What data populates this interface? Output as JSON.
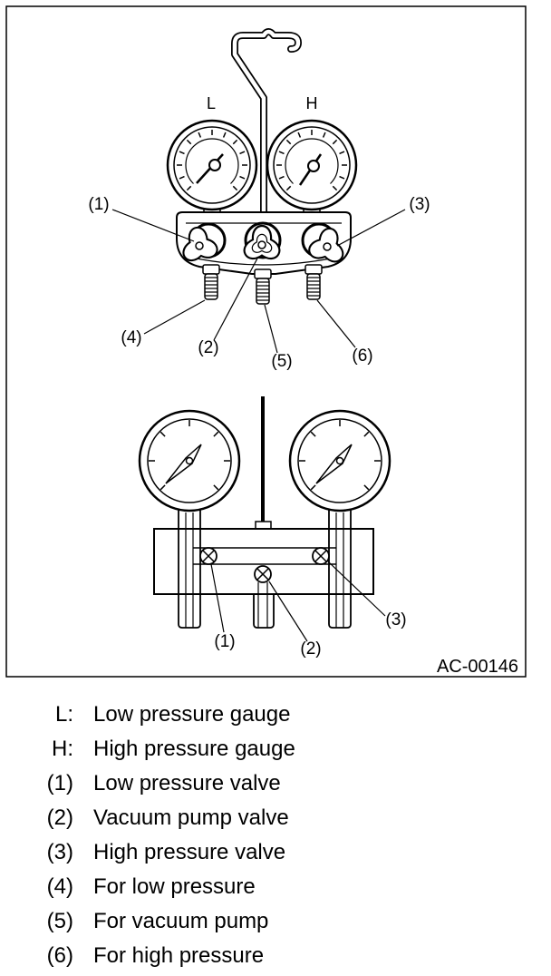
{
  "figure": {
    "gauge_labels": {
      "low": "L",
      "high": "H"
    },
    "top_callouts": [
      "(1)",
      "(2)",
      "(3)",
      "(4)",
      "(5)",
      "(6)"
    ],
    "bottom_callouts": [
      "(1)",
      "(2)",
      "(3)"
    ],
    "figure_id": "AC-00146"
  },
  "legend": [
    {
      "key": "L:",
      "text": "Low pressure gauge"
    },
    {
      "key": "H:",
      "text": "High pressure gauge"
    },
    {
      "key": "(1)",
      "text": "Low pressure valve"
    },
    {
      "key": "(2)",
      "text": "Vacuum pump valve"
    },
    {
      "key": "(3)",
      "text": "High pressure valve"
    },
    {
      "key": "(4)",
      "text": "For low pressure"
    },
    {
      "key": "(5)",
      "text": "For vacuum pump"
    },
    {
      "key": "(6)",
      "text": "For high pressure"
    }
  ]
}
